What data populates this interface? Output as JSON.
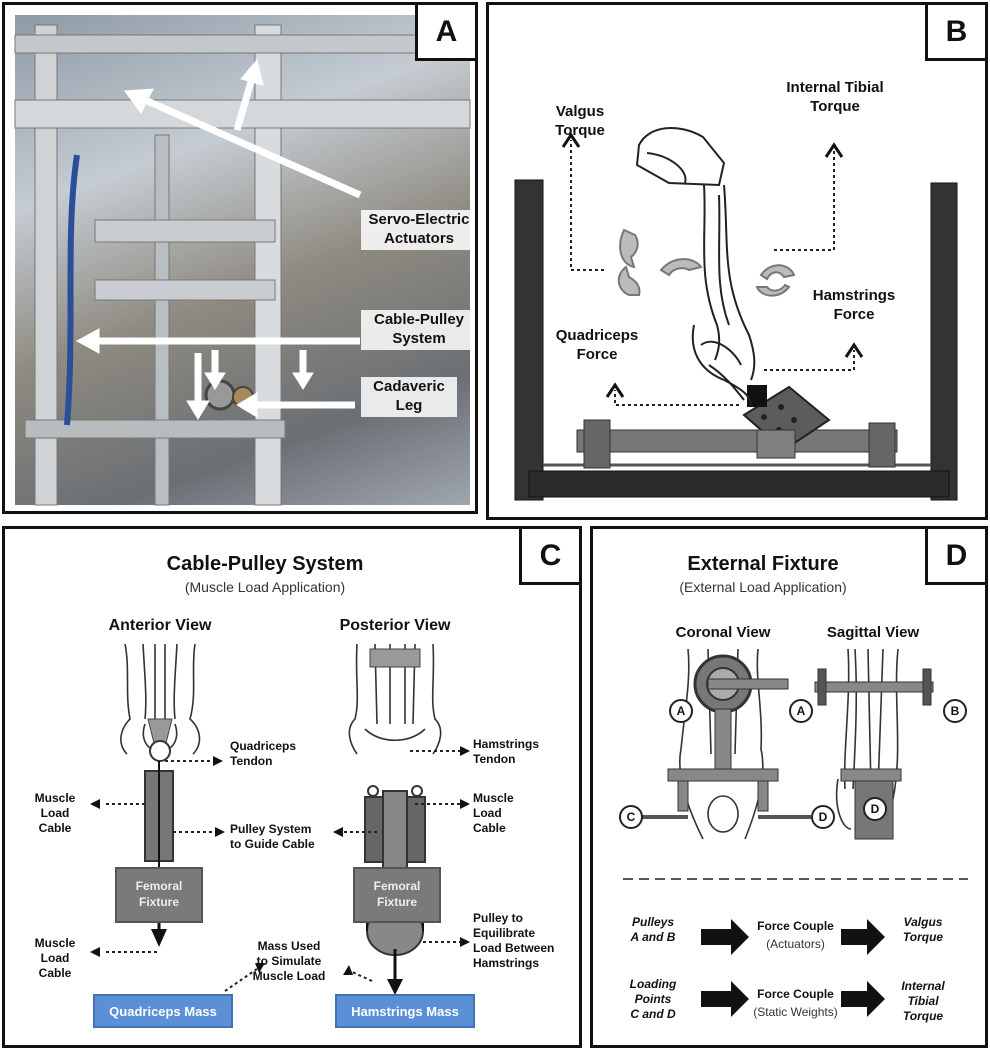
{
  "panels": {
    "a": {
      "badge": "A",
      "labels": {
        "actuators": "Servo-Electric\nActuators",
        "cable_pulley": "Cable-Pulley\nSystem",
        "leg": "Cadaveric\nLeg"
      }
    },
    "b": {
      "badge": "B",
      "labels": {
        "valgus": "Valgus\nTorque",
        "internal_tibial": "Internal Tibial\nTorque",
        "hamstrings": "Hamstrings\nForce",
        "quadriceps": "Quadriceps\nForce"
      }
    },
    "c": {
      "badge": "C",
      "title": "Cable-Pulley System",
      "subtitle": "(Muscle Load Application)",
      "anterior_view": "Anterior View",
      "posterior_view": "Posterior View",
      "quad_tendon": "Quadriceps\nTendon",
      "pulley_system": "Pulley System\nto Guide Cable",
      "muscle_load_cable_left_1": "Muscle\nLoad\nCable",
      "muscle_load_cable_left_2": "Muscle\nLoad\nCable",
      "femoral_fixture_left": "Femoral\nFixture",
      "femoral_fixture_right": "Femoral\nFixture",
      "mass_used": "Mass Used\nto Simulate\nMuscle Load",
      "quadriceps_mass": "Quadriceps Mass",
      "hamstrings_mass": "Hamstrings Mass",
      "hamstrings_tendon": "Hamstrings\nTendon",
      "muscle_load_cable_right": "Muscle\nLoad\nCable",
      "pulley_equilibrate": "Pulley to\nEquilibrate\nLoad Between\nHamstrings"
    },
    "d": {
      "badge": "D",
      "title": "External Fixture",
      "subtitle": "(External Load Application)",
      "coronal_view": "Coronal View",
      "sagittal_view": "Sagittal View",
      "points": {
        "a1": "A",
        "a2": "A",
        "b": "B",
        "c": "C",
        "d1": "D",
        "d2": "D"
      },
      "row1": {
        "from": "Pulleys\nA and B",
        "mid": "Force Couple",
        "mid_sub": "(Actuators)",
        "to": "Valgus\nTorque"
      },
      "row2": {
        "from": "Loading\nPoints\nC and D",
        "mid": "Force Couple",
        "mid_sub": "(Static Weights)",
        "to": "Internal\nTibial\nTorque"
      }
    }
  }
}
